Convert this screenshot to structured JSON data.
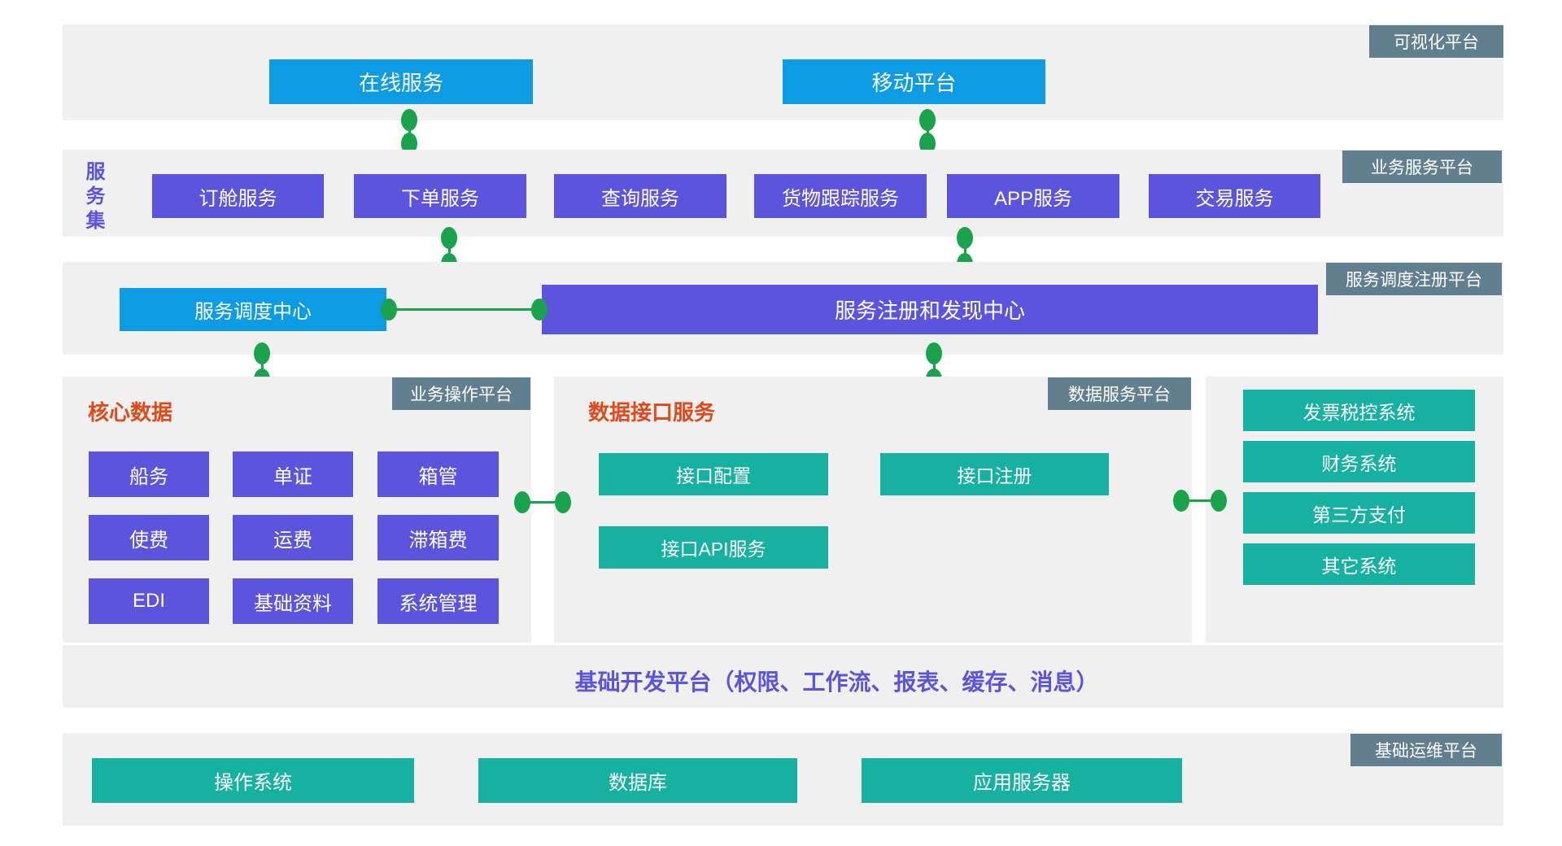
{
  "colors": {
    "blue": "#0d9ce4",
    "purple": "#5c54dc",
    "teal": "#17b1a1",
    "slate": "#617f8e",
    "green": "#1aa34c",
    "orange": "#e2491a",
    "bandBg": "#f0f0f1",
    "pageBg": "#ffffff"
  },
  "bands": {
    "visualization": {
      "label": "可视化平台",
      "buttons": {
        "online": "在线服务",
        "mobile": "移动平台"
      }
    },
    "business_service": {
      "label": "业务服务平台",
      "side_title": "服务集",
      "buttons": [
        "订舱服务",
        "下单服务",
        "查询服务",
        "货物跟踪服务",
        "APP服务",
        "交易服务"
      ]
    },
    "dispatch_registry": {
      "label": "服务调度注册平台",
      "dispatch_center": "服务调度中心",
      "registry_center": "服务注册和发现中心"
    },
    "operation_platform": {
      "label": "业务操作平台",
      "heading": "核心数据",
      "buttons": [
        "船务",
        "单证",
        "箱管",
        "使费",
        "运费",
        "滞箱费",
        "EDI",
        "基础资料",
        "系统管理"
      ]
    },
    "data_service": {
      "label": "数据服务平台",
      "heading": "数据接口服务",
      "buttons": [
        "接口配置",
        "接口注册",
        "接口API服务"
      ]
    },
    "external_systems": {
      "buttons": [
        "发票税控系统",
        "财务系统",
        "第三方支付",
        "其它系统"
      ]
    },
    "dev_platform": {
      "title": "基础开发平台（权限、工作流、报表、缓存、消息）"
    },
    "ops_platform": {
      "label": "基础运维平台",
      "buttons": [
        "操作系统",
        "数据库",
        "应用服务器"
      ]
    }
  }
}
